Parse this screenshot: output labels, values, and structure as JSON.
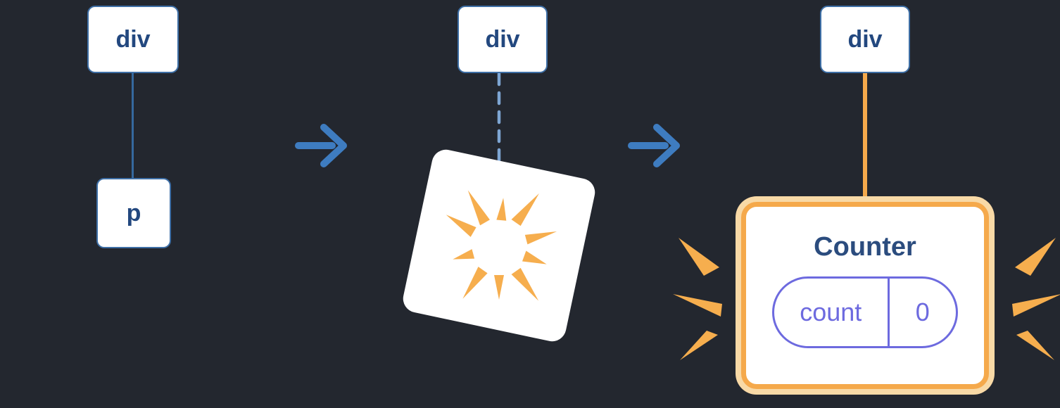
{
  "diagram": {
    "description": "Three-step DOM tree transformation: div with p child, p removed (poof), div with new Counter component having state count = 0"
  },
  "nodes": {
    "panel1_parent": "div",
    "panel1_child": "p",
    "panel2_parent": "div",
    "panel3_parent": "div"
  },
  "counter": {
    "title": "Counter",
    "state_key": "count",
    "state_value": "0"
  },
  "icons": {
    "arrow": "arrow-right-icon",
    "poof": "poof-burst-icon",
    "sparkle": "sparkle-icon"
  },
  "colors": {
    "background": "#23272f",
    "node_border": "#3E6FA6",
    "node_text": "#23487F",
    "edge_blue": "#35689E",
    "edge_dashed_blue": "#7EA6D4",
    "arrow_blue": "#3E7CC0",
    "orange": "#F5A94B",
    "orange_halo": "#F8D9A6",
    "burst_orange": "#F6AE4E",
    "indigo": "#6D6ADF",
    "counter_title_blue": "#2B4C7E",
    "card_bg": "#ffffff"
  }
}
